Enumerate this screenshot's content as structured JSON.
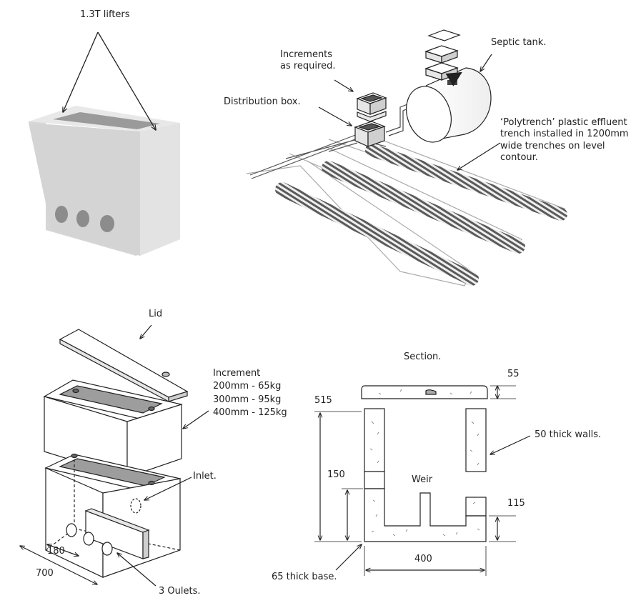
{
  "photo_panel": {
    "lifters_label": "1.3T lifters"
  },
  "overview_panel": {
    "increments_label": [
      "Increments",
      "as required."
    ],
    "distribution_box_label": "Distribution box.",
    "septic_tank_label": "Septic tank.",
    "polytrench_label": [
      "‘Polytrench’ plastic effluent",
      "trench installed in 1200mm",
      "wide trenches on level",
      "contour."
    ]
  },
  "exploded_panel": {
    "lid_label": "Lid",
    "increment_title": "Increment",
    "increment_sizes": [
      "200mm - 65kg",
      "300mm - 95kg",
      "400mm - 125kg"
    ],
    "inlet_label": "Inlet.",
    "dim_180": "180",
    "dim_700": "700",
    "outlets_label": "3 Oulets."
  },
  "section_panel": {
    "title": "Section.",
    "dim_55": "55",
    "dim_515": "515",
    "dim_150": "150",
    "dim_115": "115",
    "dim_400": "400",
    "weir_label": "Weir",
    "walls_label": "50 thick walls.",
    "base_label": "65 thick base."
  },
  "colors": {
    "stroke": "#222222",
    "concrete_photo": "#d9d9d9",
    "shade": "#bdbdbd",
    "hatch": "#8a8a8a"
  }
}
